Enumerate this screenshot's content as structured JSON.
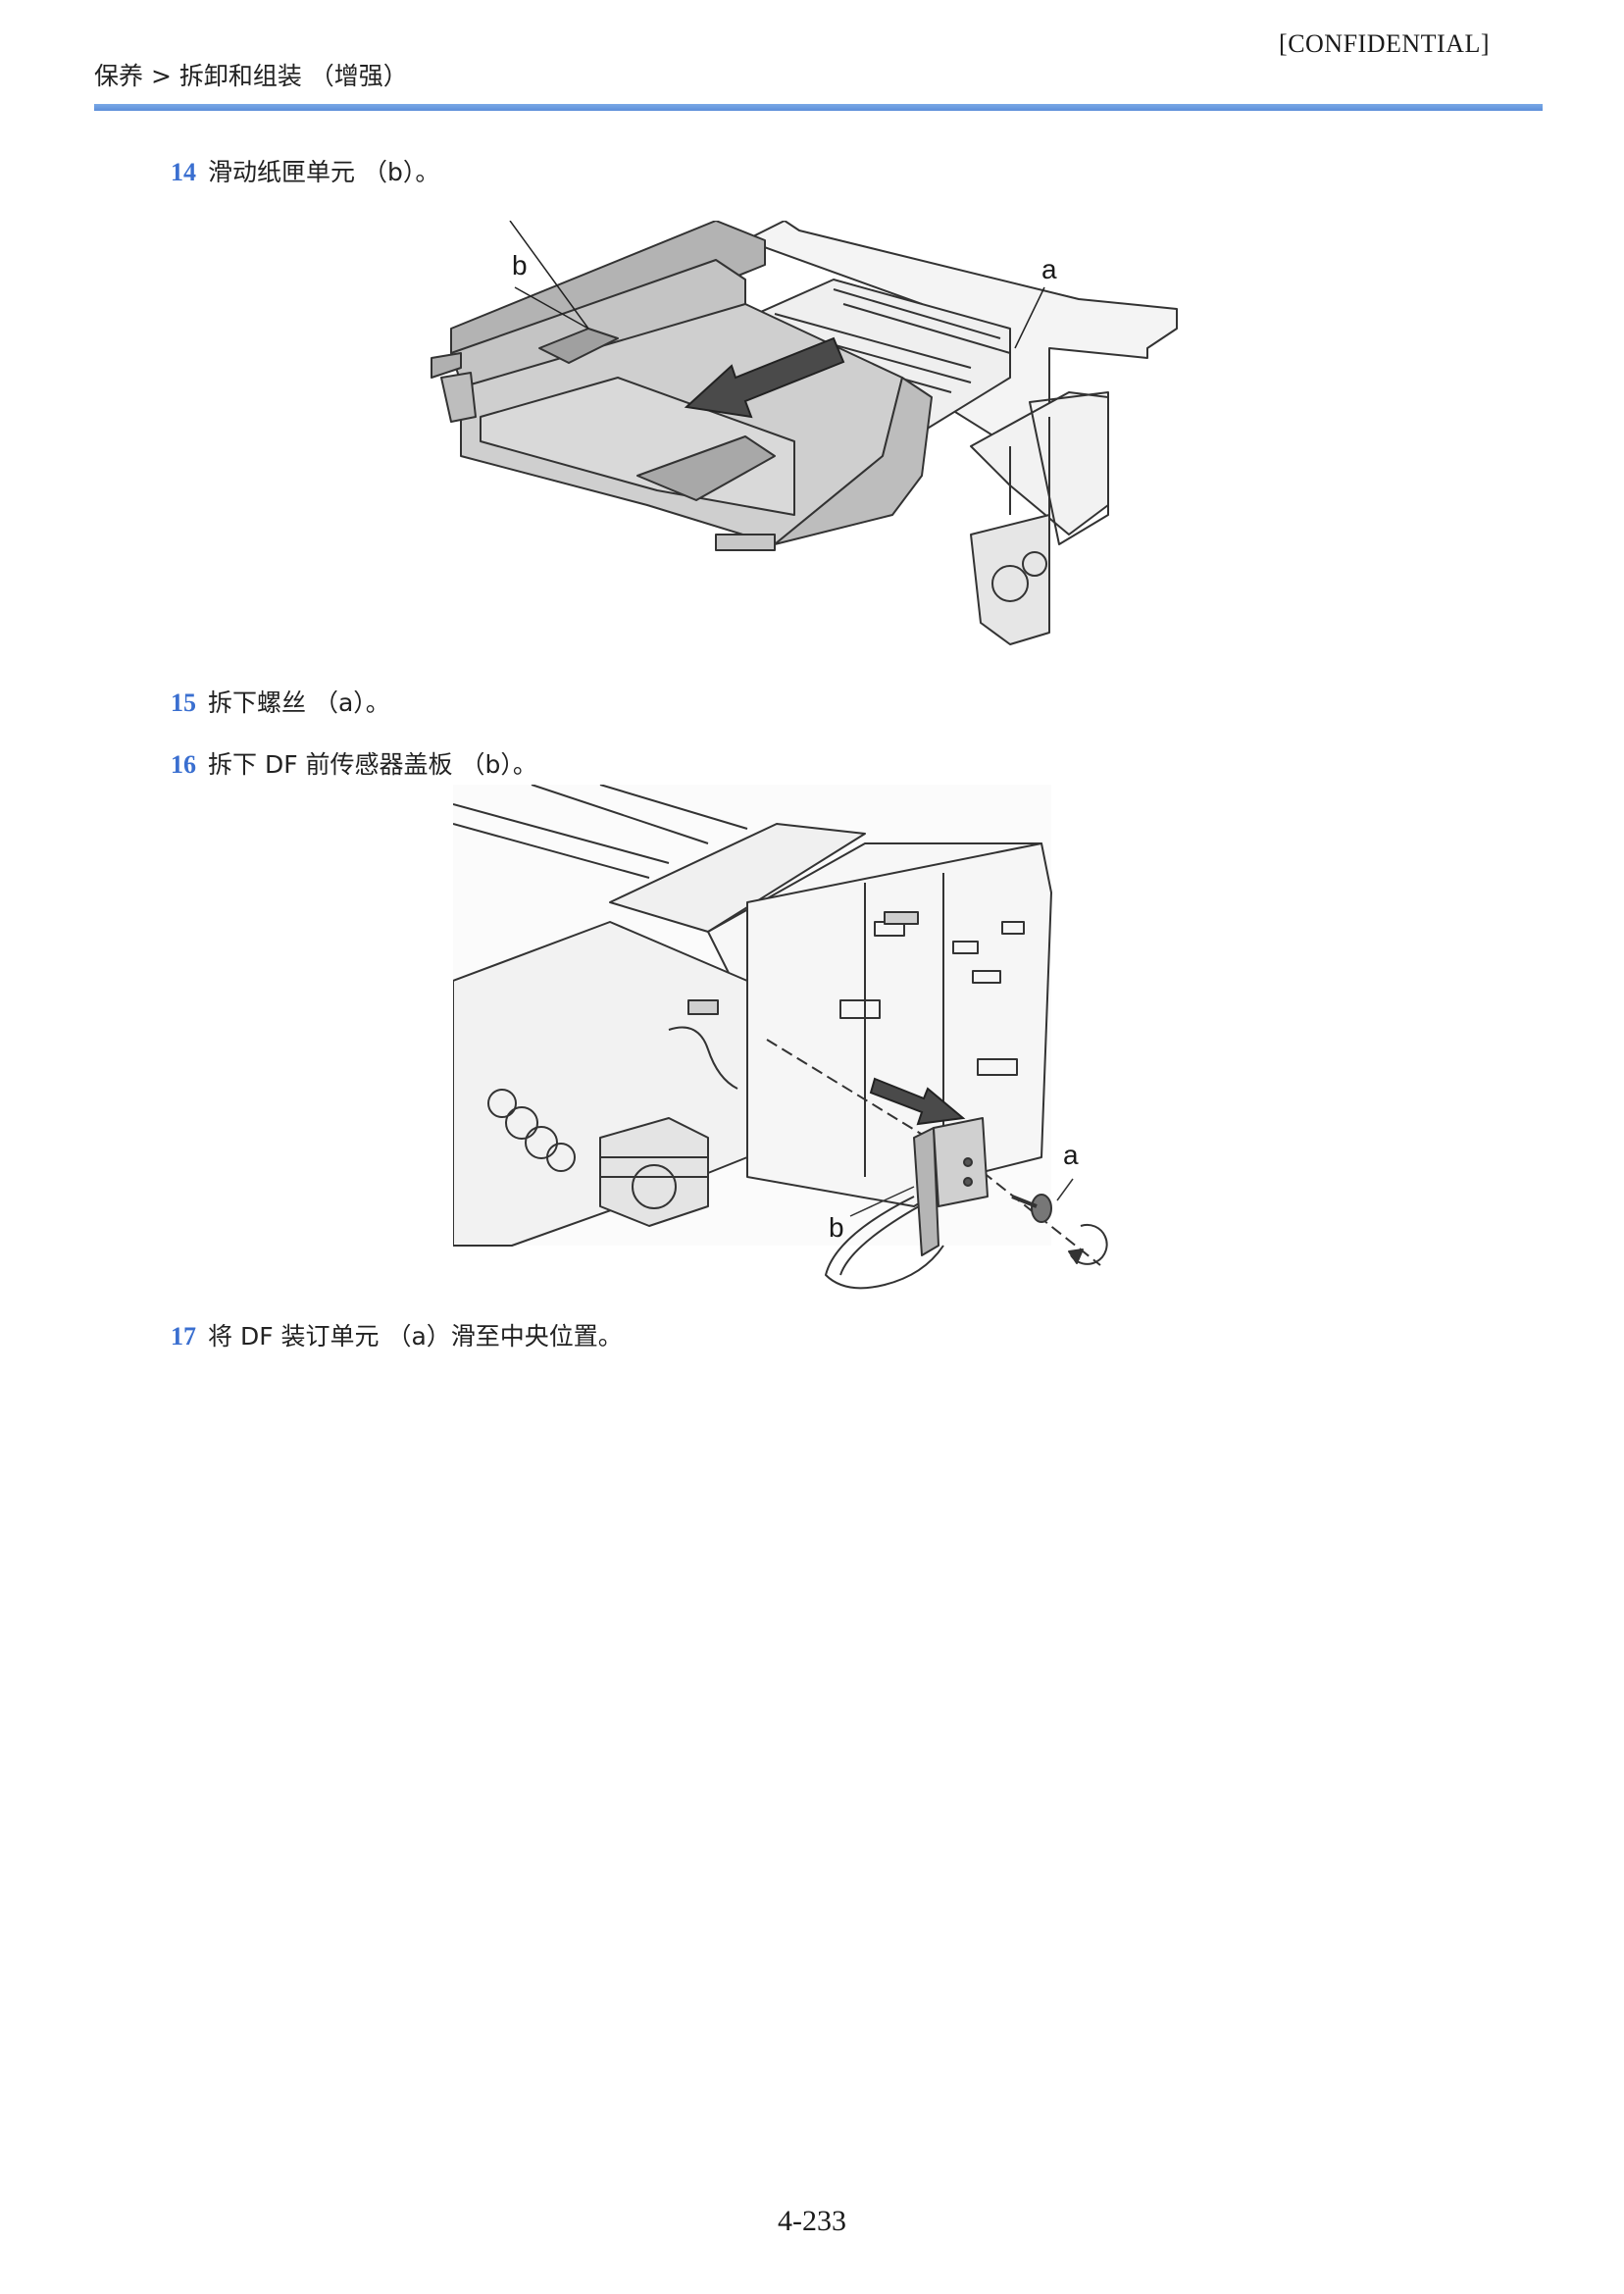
{
  "header": {
    "confidential": "[CONFIDENTIAL]",
    "breadcrumb": "保养 > 拆卸和组装 （增强）"
  },
  "steps": [
    {
      "number": "14",
      "text": "滑动纸匣单元 （b）。"
    },
    {
      "number": "15",
      "text": "拆下螺丝 （a）。"
    },
    {
      "number": "16",
      "text": "拆下 DF 前传感器盖板 （b）。"
    },
    {
      "number": "17",
      "text": "将 DF 装订单元 （a）滑至中央位置。"
    }
  ],
  "figure1": {
    "label_a": "a",
    "label_b": "b"
  },
  "figure2": {
    "label_a": "a",
    "label_b": "b"
  },
  "footer": {
    "page_number": "4-233"
  }
}
